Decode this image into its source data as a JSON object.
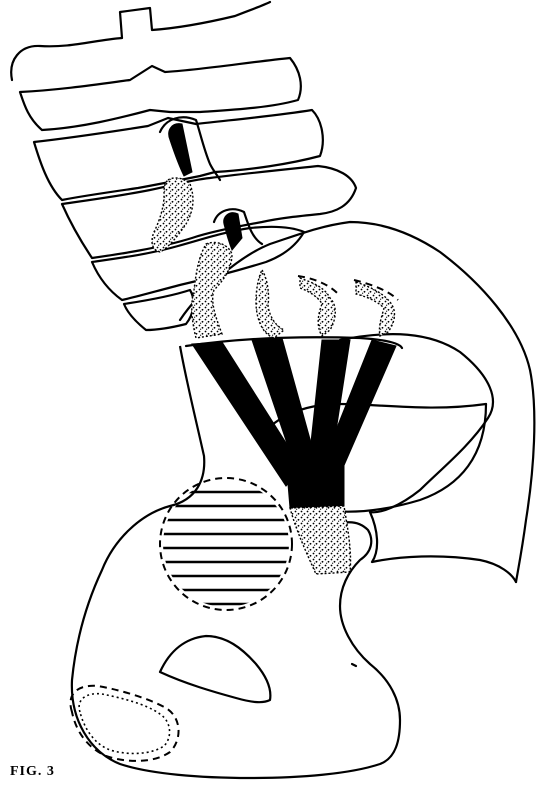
{
  "figure": {
    "label": "FIG. 3"
  },
  "colors": {
    "ink": "#000000",
    "paper": "#ffffff"
  },
  "parts": [
    "vertebral-column",
    "sacrum",
    "iliac-wing",
    "ilium",
    "nerve-roots",
    "plexus-trunk",
    "hatched-lesion",
    "obturator-foramen",
    "ischial-tuberosity"
  ]
}
